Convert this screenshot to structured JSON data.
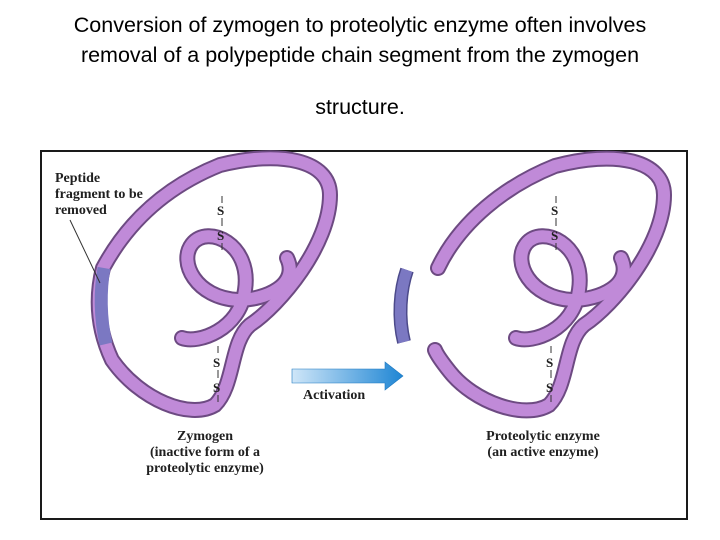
{
  "slide": {
    "title_lines": [
      "Conversion of zymogen to proteolytic enzyme often involves",
      "removal of a polypeptide chain segment from the zymogen",
      "structure."
    ]
  },
  "figure": {
    "colors": {
      "chain": "#c08ad8",
      "chain_outline": "#6d4a82",
      "peptide_fragment": "#7b78c2",
      "arrow": "#2e8fd6"
    },
    "peptide_label": [
      "Peptide",
      "fragment to be",
      "removed"
    ],
    "disulfide_letter": "S",
    "arrow_label": "Activation",
    "zymogen_label": [
      "Zymogen",
      "(inactive form of a",
      "proteolytic enzyme)"
    ],
    "enzyme_label": [
      "Proteolytic enzyme",
      "(an active enzyme)"
    ]
  }
}
